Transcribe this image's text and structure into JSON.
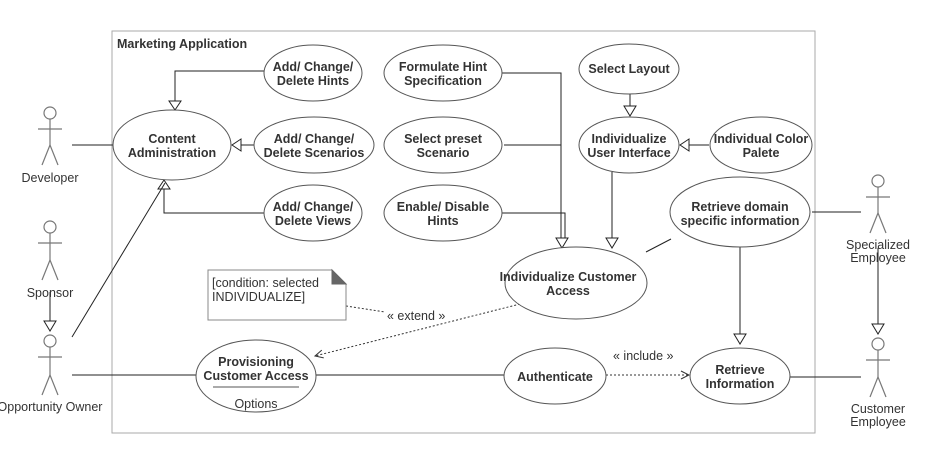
{
  "system": {
    "title": "Marketing Application"
  },
  "actors": {
    "developer": "Developer",
    "sponsor": "Sponsor",
    "opportunity_owner": "Opportunity Owner",
    "specialized_employee": [
      "Specialized",
      "Employee"
    ],
    "customer_employee": [
      "Customer",
      "Employee"
    ]
  },
  "use_cases": {
    "content_admin": [
      "Content",
      "Administration"
    ],
    "add_hints": [
      "Add/ Change/",
      "Delete Hints"
    ],
    "add_scenarios": [
      "Add/ Change/",
      "Delete Scenarios"
    ],
    "add_views": [
      "Add/ Change/",
      "Delete Views"
    ],
    "formulate_hint": [
      "Formulate Hint",
      "Specification"
    ],
    "select_preset": [
      "Select preset",
      "Scenario"
    ],
    "enable_hints": [
      "Enable/ Disable",
      "Hints"
    ],
    "select_layout": "Select Layout",
    "individualize_ui": [
      "Individualize",
      "User Interface"
    ],
    "individual_color": [
      "Individual Color",
      "Palete"
    ],
    "retrieve_domain": [
      "Retrieve domain",
      "specific information"
    ],
    "individualize_access": [
      "Individualize Customer",
      "Access"
    ],
    "provisioning": [
      "Provisioning",
      "Customer Access"
    ],
    "provisioning_compartment": "Options",
    "authenticate": "Authenticate",
    "retrieve_info": [
      "Retrieve",
      "Information"
    ]
  },
  "note": [
    "[condition: selected",
    "INDIVIDUALIZE]"
  ],
  "stereotypes": {
    "extend": "« extend »",
    "include": "« include »"
  }
}
